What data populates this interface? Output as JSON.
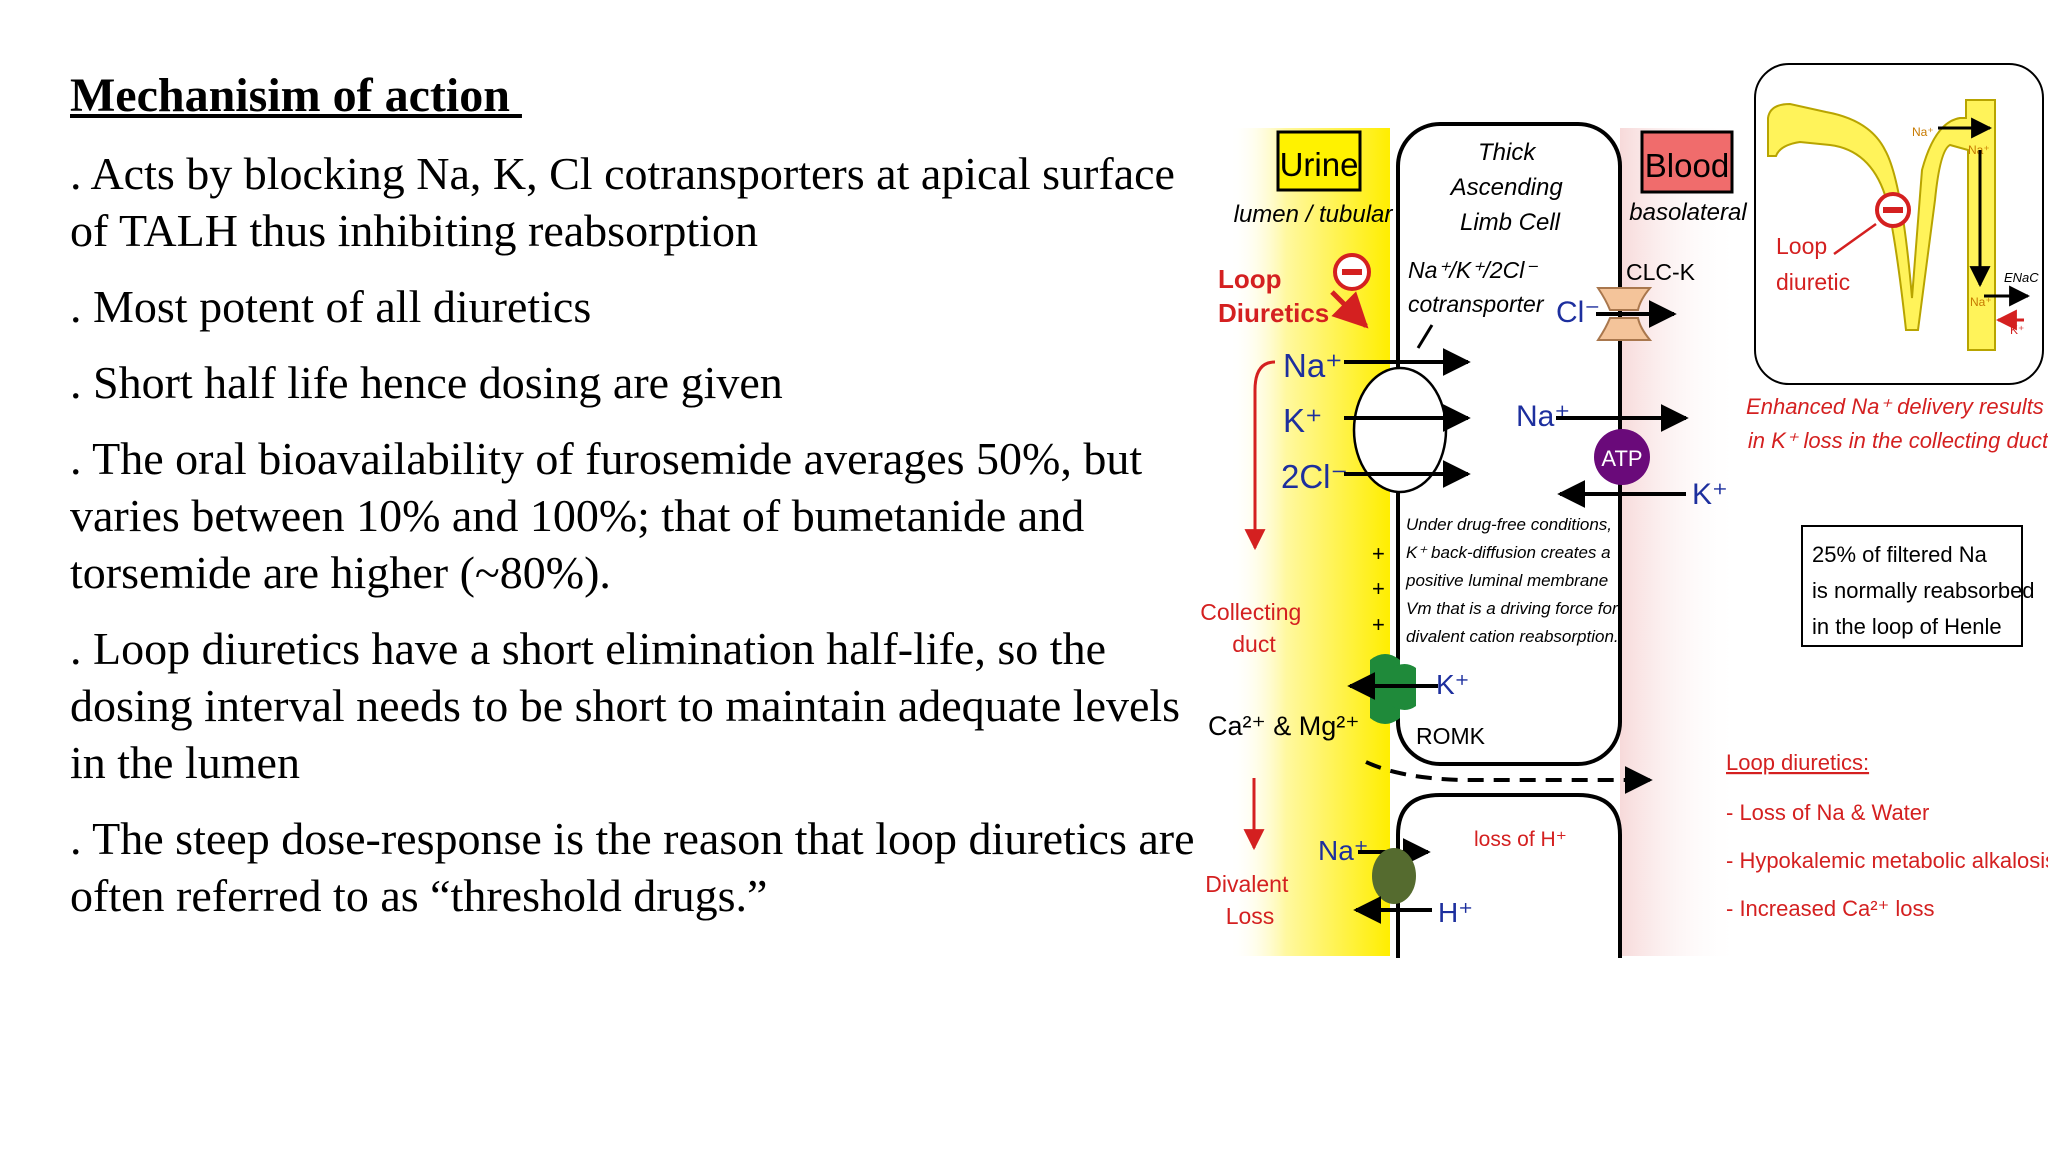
{
  "slide": {
    "title": "Mechanisim of action ",
    "bullets": [
      ". Acts by blocking Na, K, Cl cotransporters at apical surface of TALH thus inhibiting reabsorption",
      ". Most potent of all diuretics",
      ". Short half life hence dosing are given",
      ". The oral bioavailability of furosemide averages 50%, but varies between 10% and 100%; that of bumetanide and torsemide are higher (~80%).",
      ". Loop diuretics have a short elimination half-life, so the dosing interval needs to be short to maintain adequate levels in the lumen",
      ". The steep dose-response is the reason that loop diuretics are often referred to as “threshold drugs.”"
    ]
  },
  "diagram": {
    "urine_label": "Urine",
    "lumen_label": "lumen / tubular",
    "cell_label": [
      "Thick",
      "Ascending",
      "Limb Cell"
    ],
    "blood_label": "Blood",
    "basolateral_label": "basolateral",
    "loop_diuretics_label": [
      "Loop",
      "Diuretics"
    ],
    "cotransporter_label": [
      "Na⁺/K⁺/2Cl⁻",
      "cotransporter"
    ],
    "clck_label": "CLC-K",
    "cl_ion": "Cl⁻",
    "na_ion": "Na⁺",
    "k_ion": "K⁺",
    "cl2_ion": "2Cl⁻",
    "na_right": "Na⁺",
    "atp_label": "ATP",
    "k_right": "K⁺",
    "note_lines": [
      "Under drug-free conditions,",
      "K⁺ back-diffusion creates a",
      "positive luminal membrane",
      "Vm that is a driving force for",
      "divalent cation reabsorption."
    ],
    "collecting_duct_label": [
      "Collecting",
      "duct"
    ],
    "romk_k": "K⁺",
    "romk_label": "ROMK",
    "ca_mg_label": "Ca²⁺ & Mg²⁺",
    "divalent_label": [
      "Divalent",
      "Loss"
    ],
    "na_lower": "Na⁺",
    "h_lower": "H⁺",
    "loss_h_label": "loss of H⁺",
    "inset": {
      "loop_diuretic": [
        "Loop",
        "diuretic"
      ],
      "enac": "ENaC",
      "na_small": "Na⁺",
      "k_small": "K⁺"
    },
    "enhanced_caption": [
      "Enhanced Na⁺ delivery results",
      "in K⁺ loss in the collecting duct"
    ],
    "filtered_box": [
      "25% of filtered Na",
      "is normally reabsorbed",
      "in the loop of Henle"
    ],
    "effects_title": "Loop diuretics:",
    "effects": [
      "- Loss of Na & Water",
      "- Hypokalemic metabolic alkalosis",
      "- Increased Ca²⁺ loss"
    ]
  }
}
